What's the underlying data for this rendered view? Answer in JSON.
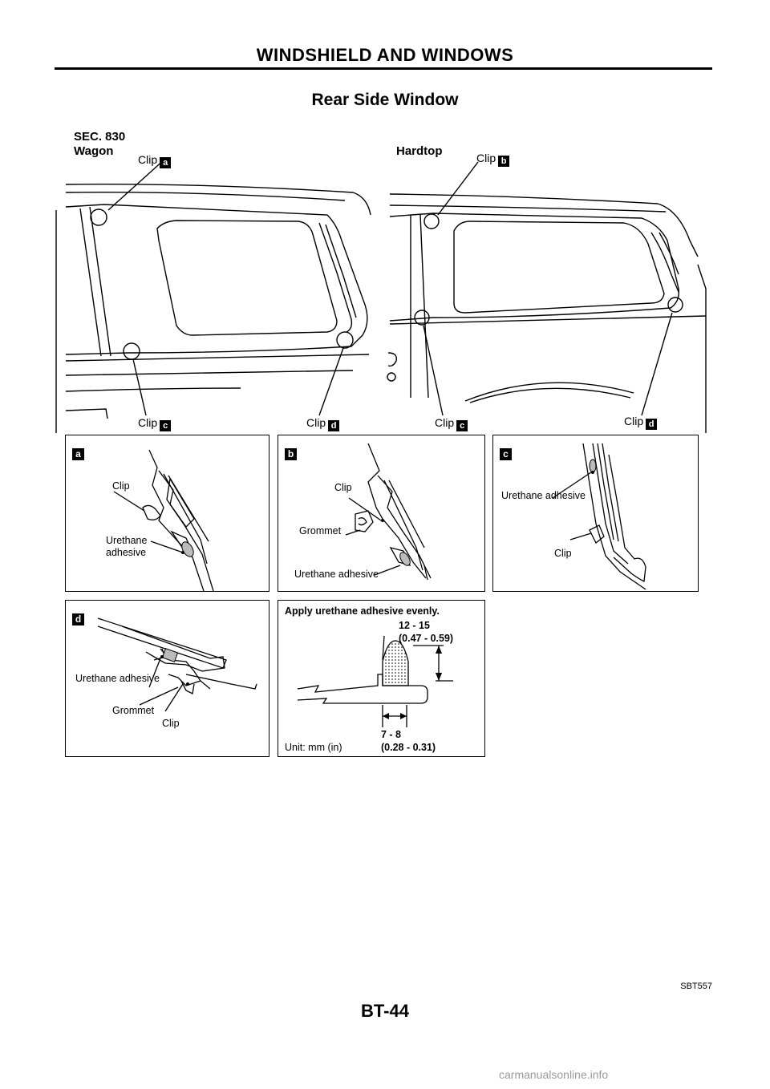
{
  "header": {
    "title": "WINDSHIELD AND WINDOWS"
  },
  "section": {
    "title": "Rear Side Window"
  },
  "overview": {
    "sec_line1": "SEC. 830",
    "sec_line2": "Wagon",
    "hardtop": "Hardtop",
    "clip_word": "Clip",
    "badges": {
      "a": "a",
      "b": "b",
      "c": "c",
      "d": "d"
    }
  },
  "detail_a": {
    "badge": "a",
    "clip": "Clip",
    "urethane_line1": "Urethane",
    "urethane_line2": "adhesive"
  },
  "detail_b": {
    "badge": "b",
    "clip": "Clip",
    "grommet": "Grommet",
    "urethane": "Urethane adhesive"
  },
  "detail_c": {
    "badge": "c",
    "urethane": "Urethane adhesive",
    "clip": "Clip"
  },
  "detail_d": {
    "badge": "d",
    "urethane": "Urethane adhesive",
    "grommet": "Grommet",
    "clip": "Clip"
  },
  "detail_apply": {
    "title": "Apply urethane adhesive evenly.",
    "height_mm": "12 - 15",
    "height_in": "(0.47 - 0.59)",
    "width_mm": "7 - 8",
    "width_in": "(0.28 - 0.31)",
    "unit": "Unit: mm (in)"
  },
  "figure_code": "SBT557",
  "page_number": "BT-44",
  "watermark": "carmanualsonline.info"
}
